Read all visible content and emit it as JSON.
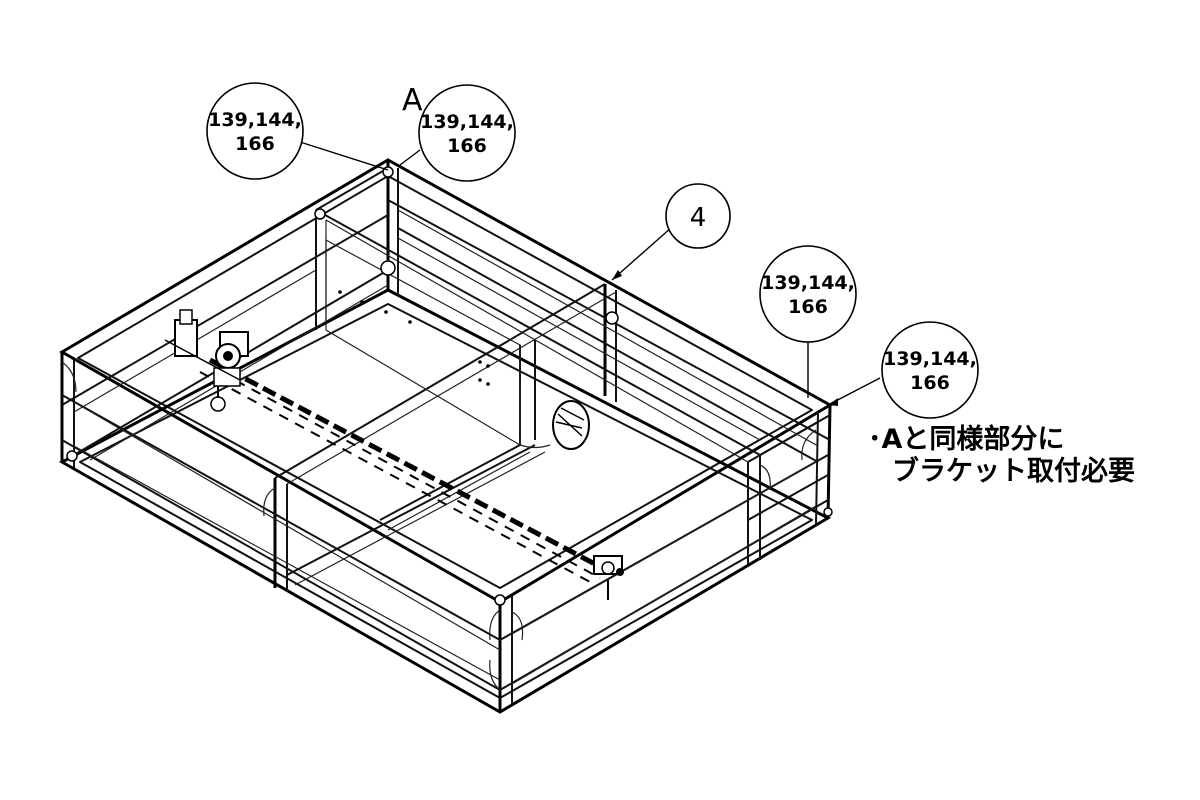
{
  "detail_label": "A",
  "balloons": [
    {
      "id": "b1",
      "line1": "139,144,",
      "line2": "166"
    },
    {
      "id": "b2",
      "line1": "139,144,",
      "line2": "166"
    },
    {
      "id": "b3",
      "line1": "4",
      "line2": ""
    },
    {
      "id": "b4",
      "line1": "139,144,",
      "line2": "166"
    },
    {
      "id": "b5",
      "line1": "139,144,",
      "line2": "166"
    }
  ],
  "note": {
    "line1": "･Aと同様部分に",
    "line2": "ブラケット取付必要"
  }
}
